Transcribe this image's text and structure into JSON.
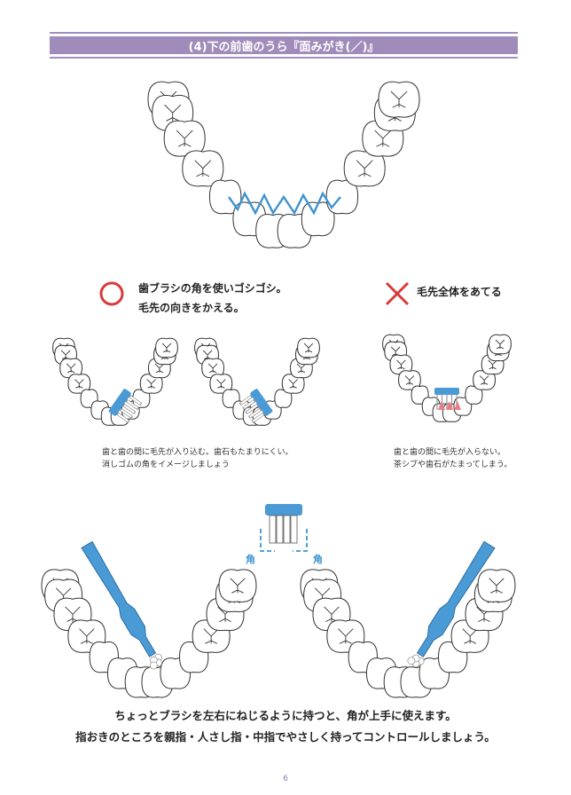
{
  "header": {
    "title": "(4)下の前歯のうら『面みがき(／)』"
  },
  "good": {
    "symbol": "circle-icon",
    "line1": "歯ブラシの角を使いゴシゴシ。",
    "line2": "毛先の向きをかえる。",
    "note_line1": "歯と歯の間に毛先が入り込む。歯石もたまりにくい。",
    "note_line2": "消しゴムの角をイメージしましょう"
  },
  "bad": {
    "symbol": "cross-icon",
    "label": "毛先全体をあてる",
    "note_line1": "歯と歯の間に毛先が入らない。",
    "note_line2": "茶シブや歯石がたまってしまう。"
  },
  "corner": {
    "left_label": "角",
    "right_label": "角"
  },
  "caption": {
    "line1": "ちょっとブラシを左右にねじるように持つと、角が上手に使えます。",
    "line2": "指おきのところを親指・人さし指・中指でやさしく持ってコントロールしましょう。"
  },
  "page_number": "6",
  "colors": {
    "header": "#a08cba",
    "ok": "#d93a3a",
    "ng": "#d93a3a",
    "brush": "#4a9ad6",
    "zigzag": "#3f93d0",
    "tooth_outline": "#333333",
    "bristle_ng": "#e87d86"
  }
}
